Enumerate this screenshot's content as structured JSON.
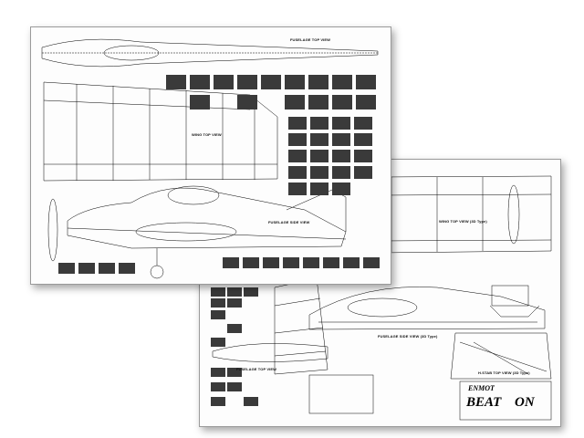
{
  "sheets": {
    "front": {
      "labels": {
        "fuselage_top": "FUSELAGE TOP VIEW",
        "wing_top": "WING TOP VIEW",
        "fuselage_side": "FUSELAGE SIDE VIEW"
      }
    },
    "back": {
      "labels": {
        "wing_top_3d": "WING TOP VIEW (3D Type)",
        "fuselage_side_3d": "FUSELAGE SIDE VIEW (3D Type)",
        "fuselage_top_view": "FUSELAGE TOP VIEW",
        "h_stab_top": "H.STAB TOP VIEW (3D Type)"
      },
      "brand": {
        "maker": "ENMOT",
        "model_a": "BEAT",
        "model_b": "ON"
      }
    }
  },
  "colors": {
    "ink": "#000000",
    "paper": "#fdfdfd",
    "photo": "#3a3a3a"
  }
}
